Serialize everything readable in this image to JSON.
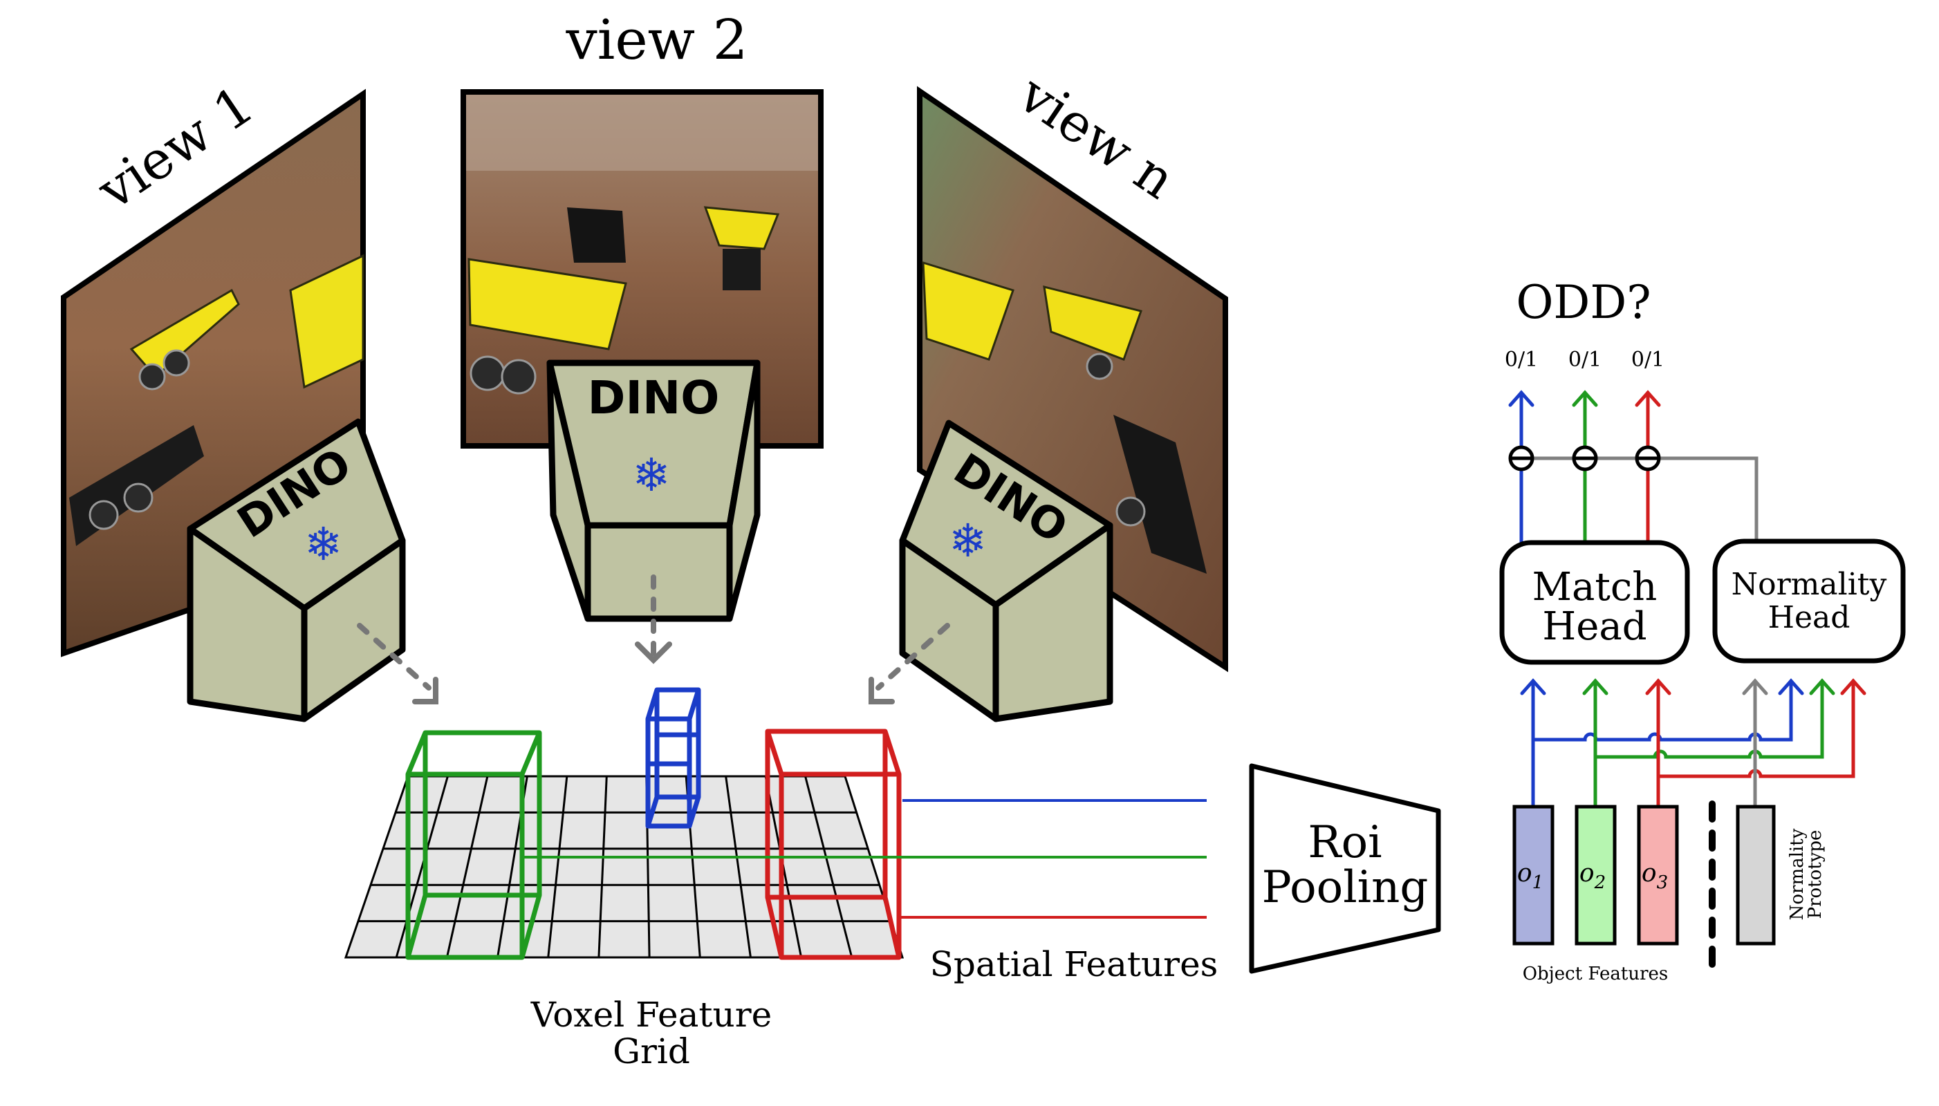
{
  "views": {
    "view1_label": "view 1",
    "view2_label": "view 2",
    "viewn_label": "view n"
  },
  "encoder": {
    "label": "DINO",
    "frozen_icon": "snowflake-icon"
  },
  "voxel_grid": {
    "label_line1": "Voxel Feature",
    "label_line2": "Grid"
  },
  "spatial_features_label": "Spatial Features",
  "roi_pooling": {
    "line1": "Roi",
    "line2": "Pooling"
  },
  "odd": {
    "title": "ODD?",
    "outputs": [
      "0/1",
      "0/1",
      "0/1"
    ]
  },
  "heads": {
    "match_line1": "Match",
    "match_line2": "Head",
    "normality_line1": "Normality",
    "normality_line2": "Head"
  },
  "object_features": {
    "labels": [
      "o",
      "o",
      "o"
    ],
    "subscripts": [
      "1",
      "2",
      "3"
    ],
    "caption": "Object Features"
  },
  "normality_prototype": {
    "line1": "Normality",
    "line2": "Prototype"
  },
  "colors": {
    "blue": "#1a3cc8",
    "green": "#1f9a1f",
    "red": "#d21e1e",
    "gray": "#808080",
    "dino_fill": "#bfc3a2",
    "grid_fill": "#e6e6e6",
    "blue_fill": "#aab0dd",
    "green_fill": "#b6f5b0",
    "red_fill": "#f7b0b0",
    "gray_fill": "#d6d6d6"
  }
}
